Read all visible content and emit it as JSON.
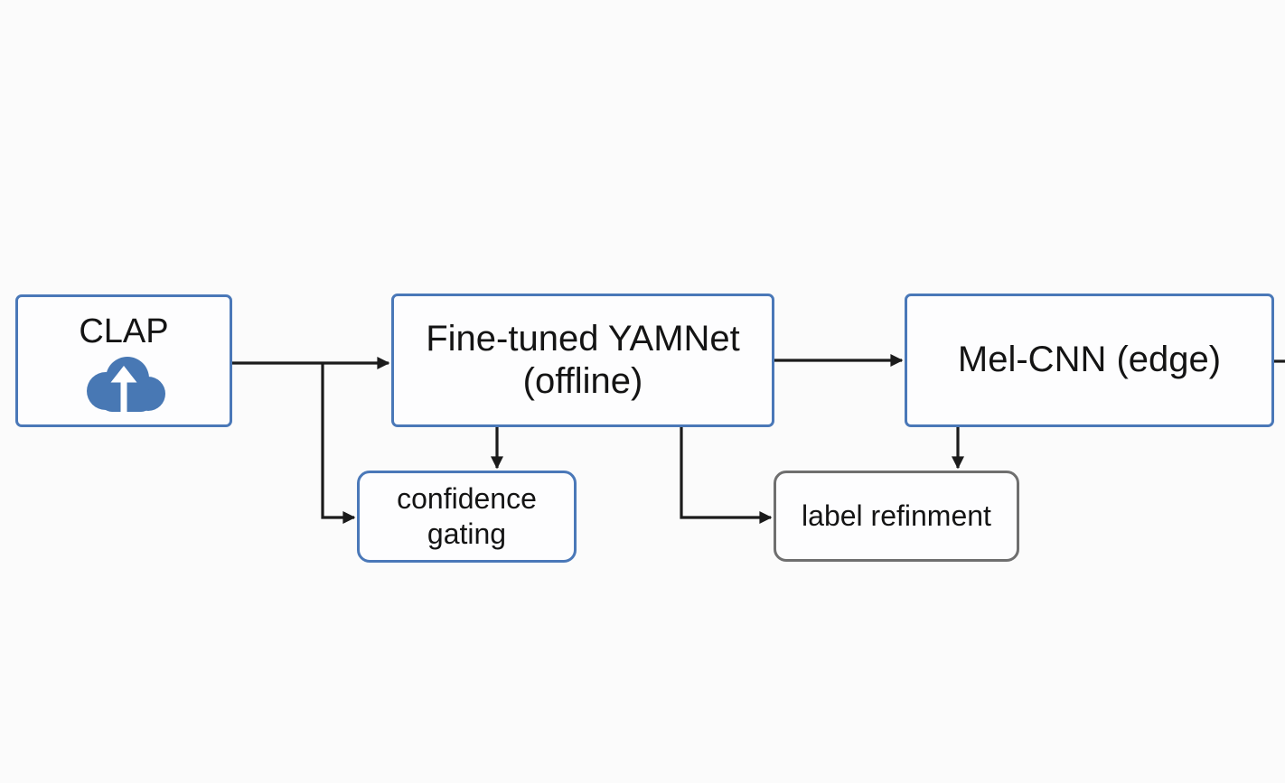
{
  "colors": {
    "background": "#fbfbfb",
    "node_border_blue": "#4a78b8",
    "node_border_gray": "#6f6f6f",
    "node_fill": "#fdfdfe",
    "arrow": "#1b1b1b",
    "text": "#141414",
    "cloud_blue": "#4878b4"
  },
  "diagram": {
    "type": "flowchart",
    "nodes": {
      "clap": {
        "label": "CLAP",
        "icon": "cloud-upload-icon",
        "border_color": "#4a78b8"
      },
      "yamnet": {
        "label_line1": "Fine-tuned YAMNet",
        "label_line2": "(offline)",
        "border_color": "#4a78b8"
      },
      "melcnn": {
        "label": "Mel-CNN (edge)",
        "border_color": "#4a78b8"
      },
      "confidence_gating": {
        "label_line1": "confidence",
        "label_line2": "gating",
        "border_color": "#4a78b8"
      },
      "label_refinement": {
        "label": "label refinment",
        "border_color": "#6f6f6f"
      }
    },
    "edges": [
      {
        "from": "clap",
        "to": "yamnet",
        "style": "arrow"
      },
      {
        "from": "clap-yamnet-line",
        "to": "confidence_gating",
        "style": "arrow-elbow"
      },
      {
        "from": "yamnet",
        "to": "confidence_gating",
        "style": "arrow"
      },
      {
        "from": "yamnet",
        "to": "melcnn",
        "style": "arrow"
      },
      {
        "from": "yamnet",
        "to": "label_refinement",
        "style": "arrow-elbow"
      },
      {
        "from": "melcnn",
        "to": "label_refinement",
        "style": "arrow"
      },
      {
        "from": "melcnn",
        "to": "offscreen-right",
        "style": "plain-stub"
      }
    ]
  }
}
